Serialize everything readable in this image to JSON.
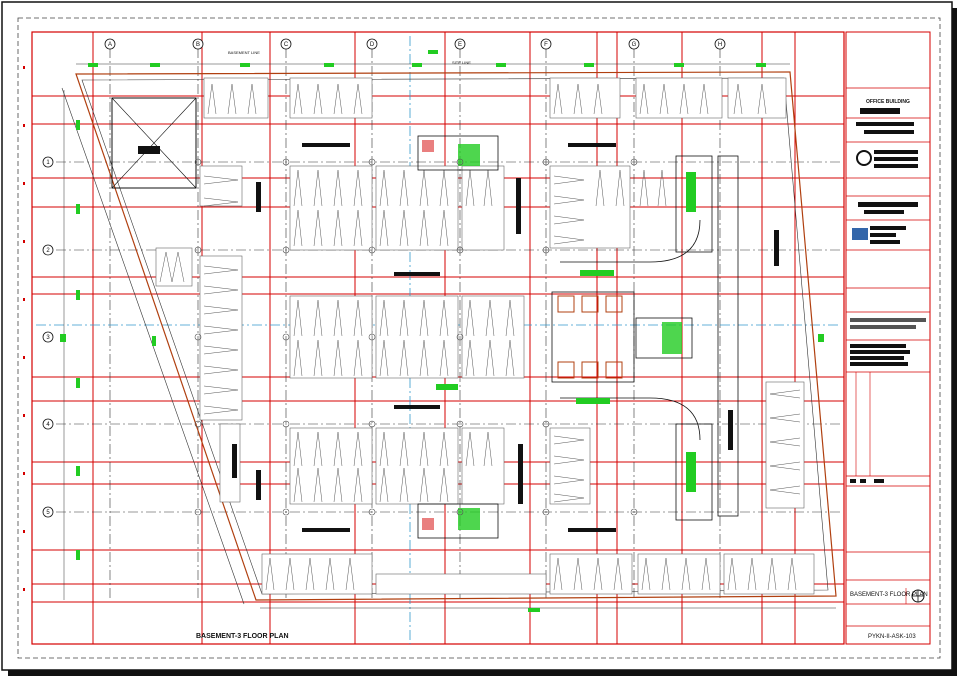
{
  "drawing": {
    "title": "BASEMENT-3 FLOOR PLAN",
    "column_grid_labels": [
      "A",
      "B",
      "C",
      "D",
      "E",
      "F",
      "G",
      "H"
    ],
    "row_grid_labels": [
      "1",
      "2",
      "3",
      "4",
      "5"
    ],
    "annotations": {
      "basement_line": "BASEMENT LINE",
      "site_line": "SITE LINE"
    }
  },
  "title_block": {
    "project_name": "OFFICE BUILDING",
    "sheet_title": "BASEMENT-3 FLOOR PLAN",
    "drawing_number": "PYKN-II-ASK-103"
  },
  "colors": {
    "grid_line": "#d40000",
    "border": "#111111",
    "structure": "#555555",
    "highlight": "#22cc22",
    "axis": "#3399cc",
    "stair": "#22cc22",
    "boundary": "#b04010"
  }
}
